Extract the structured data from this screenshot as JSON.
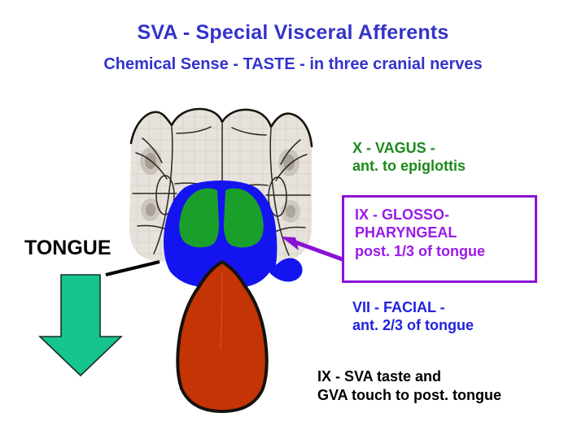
{
  "header": {
    "title": "SVA - Special Visceral Afferents",
    "subtitle": "Chemical Sense - TASTE - in three cranial nerves",
    "title_color": "#3333cc",
    "subtitle_color": "#3333cc"
  },
  "legend": {
    "vagus": {
      "line1": "X - VAGUS -",
      "line2": "ant. to epiglottis",
      "color": "#1a8a1a"
    },
    "glossopharyngeal": {
      "line1": "IX - GLOSSO-",
      "line2": "PHARYNGEAL",
      "line3": "post. 1/3 of tongue",
      "color": "#9A1BE8",
      "box_border_color": "#8A12D6"
    },
    "facial": {
      "line1": "VII - FACIAL -",
      "line2": "ant. 2/3 of tongue",
      "color": "#2222dd"
    }
  },
  "caption": {
    "line1": "IX - SVA taste and",
    "line2": "GVA touch to post. tongue",
    "color": "#000000"
  },
  "tongue_callout": {
    "label": "TONGUE",
    "label_color": "#000000",
    "arrow_color": "#15c48e",
    "arrow_outline_color": "#1b2f28",
    "arrow_direction": "down"
  },
  "illustration": {
    "name": "tongue-dorsum-anatomy",
    "regions": [
      {
        "id": "epiglottis",
        "label": "epiglottis / valleculae",
        "color": "#1aa02a",
        "nerve": "X - VAGUS"
      },
      {
        "id": "posterior-third",
        "label": "posterior 1/3 of tongue",
        "color": "#1414f0",
        "nerve": "IX - GLOSSOPHARYNGEAL"
      },
      {
        "id": "anterior-two-thirds",
        "label": "anterior 2/3 of tongue",
        "color": "#c43405",
        "nerve": "VII - FACIAL"
      },
      {
        "id": "pharyngeal-wall",
        "label": "pharyngeal wall / larynx drawing",
        "color": "#e2ded6",
        "nerve": ""
      }
    ],
    "pointer": {
      "id": "gp-pointer-arrow",
      "color": "#8A12D6",
      "points_to": "posterior-third"
    }
  }
}
